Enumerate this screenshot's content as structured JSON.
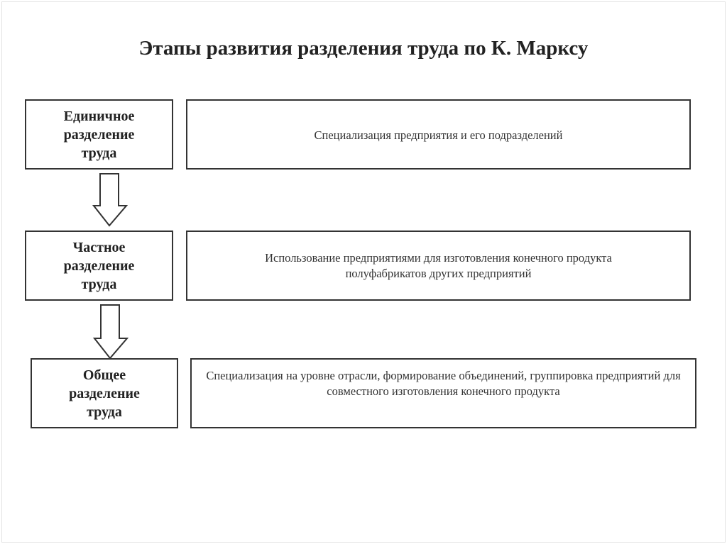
{
  "title": "Этапы развития разделения труда по К. Марксу",
  "stages": [
    {
      "name": "Единичное разделение труда",
      "description": "Специализация предприятия и его подразделений"
    },
    {
      "name": "Частное разделение труда",
      "description": "Использование предприятиями для изготовления конечного продукта полуфабрикатов других предприятий"
    },
    {
      "name": "Общее разделение труда",
      "description": "Специализация на уровне отрасли, формирование объединений, группировка предприятий для совместного изготовления конечного продукта"
    }
  ]
}
